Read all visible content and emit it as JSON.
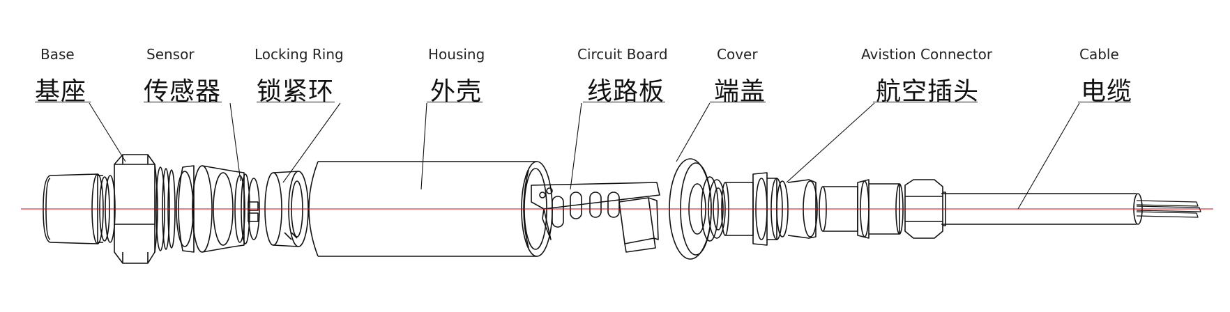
{
  "labels": [
    {
      "id": "base",
      "en": "Base",
      "zh": "基座"
    },
    {
      "id": "sensor",
      "en": "Sensor",
      "zh": "传感器"
    },
    {
      "id": "locking-ring",
      "en": "Locking Ring",
      "zh": "锁紧环"
    },
    {
      "id": "housing",
      "en": "Housing",
      "zh": "外壳"
    },
    {
      "id": "circuit-board",
      "en": "Circuit Board",
      "zh": "线路板"
    },
    {
      "id": "cover",
      "en": "Cover",
      "zh": "端盖"
    },
    {
      "id": "aviation-connector",
      "en": "Avistion Connector",
      "zh": "航空插头"
    },
    {
      "id": "cable",
      "en": "Cable",
      "zh": "电缆"
    }
  ],
  "colors": {
    "line": "#111111",
    "centerline": "#e00000"
  }
}
